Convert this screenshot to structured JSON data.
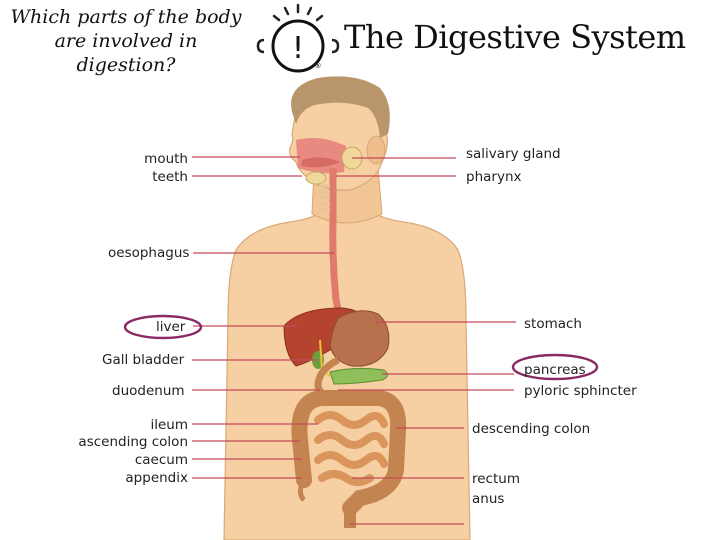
{
  "header": {
    "question_line1": "Which parts of the body",
    "question_line2": "are involved in digestion?",
    "logo_symbol": "!",
    "logo_mark": "®",
    "title": "The Digestive System"
  },
  "labels_left": {
    "mouth": "mouth",
    "teeth": "teeth",
    "oesophagus": "oesophagus",
    "liver": "liver",
    "gall_bladder": "Gall bladder",
    "duodenum": "duodenum",
    "ileum": "ileum",
    "ascending_colon": "ascending colon",
    "caecum": "caecum",
    "appendix": "appendix"
  },
  "labels_right": {
    "salivary_gland": "salivary gland",
    "pharynx": "pharynx",
    "stomach": "stomach",
    "pancreas": "pancreas",
    "pyloric_sphincter": "pyloric sphincter",
    "descending_colon": "descending colon",
    "rectum": "rectum",
    "anus": "anus"
  },
  "colors": {
    "skin": "#f6cfa3",
    "hair": "#b8956a",
    "leader_line": "#c24a5a",
    "circle_highlight": "#8a2a63",
    "liver": "#b5442f",
    "stomach": "#b8704d",
    "intestine": "#c48450"
  },
  "highlighted": [
    "liver",
    "pancreas"
  ]
}
